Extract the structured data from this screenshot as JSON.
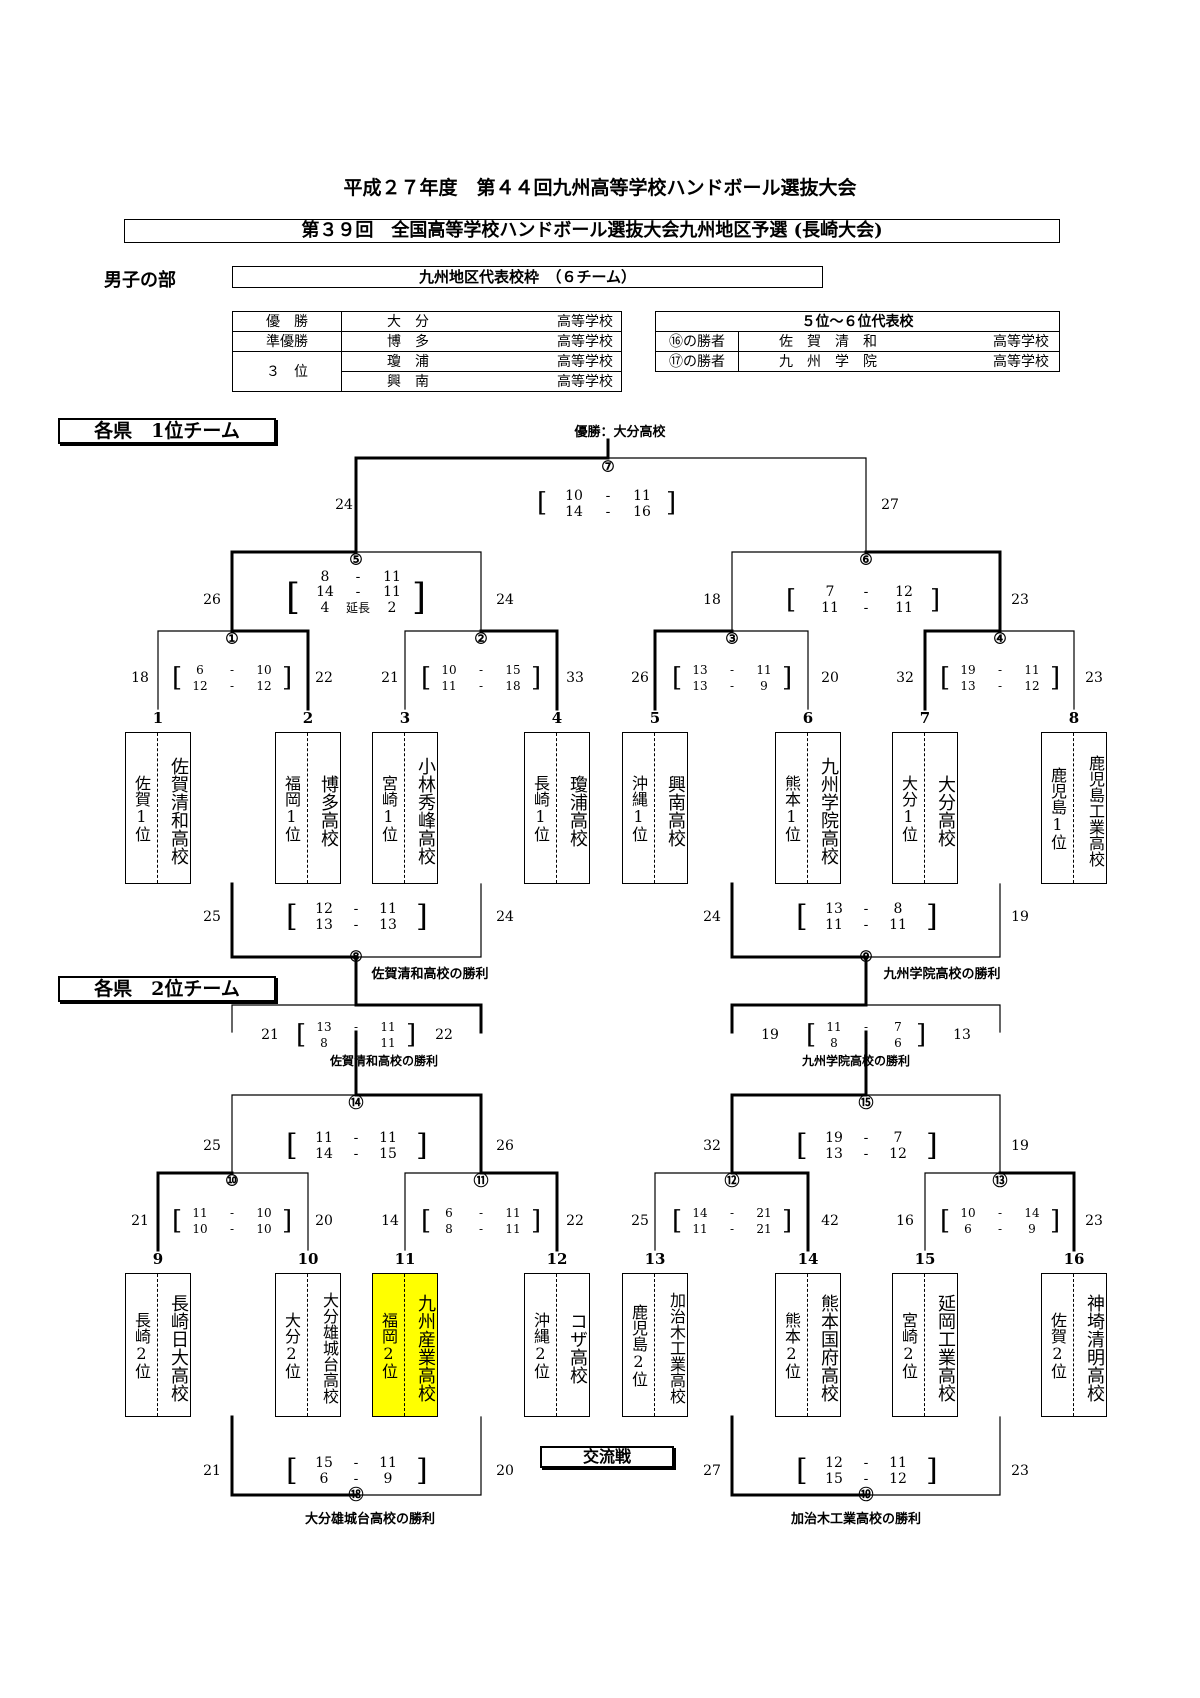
{
  "header": {
    "title": "平成２７年度　第４４回九州高等学校ハンドボール選抜大会",
    "subtitle": "第３９回　全国高等学校ハンドボール選抜大会九州地区予選 (長崎大会)",
    "division": "男子の部",
    "quota": "九州地区代表校枠　（６チーム）"
  },
  "results_left": [
    {
      "rank": "優　勝",
      "name": "大　分",
      "suffix": "高等学校"
    },
    {
      "rank": "準優勝",
      "name": "博　多",
      "suffix": "高等学校"
    },
    {
      "rank": "３　位",
      "name": "瓊　浦",
      "suffix": "高等学校"
    },
    {
      "rank": "",
      "name": "興　南",
      "suffix": "高等学校"
    }
  ],
  "results_right": {
    "header": "５位～６位代表校",
    "rows": [
      {
        "label": "⑯の勝者",
        "name": "佐　賀　清　和",
        "suffix": "高等学校"
      },
      {
        "label": "⑰の勝者",
        "name": "九　州　学　院",
        "suffix": "高等学校"
      }
    ]
  },
  "sections": {
    "first": "各県　1位チーム",
    "second": "各県　2位チーム",
    "exchange": "交流戦"
  },
  "champion": "優勝：大分高校",
  "circles": [
    "⑦",
    "⑤",
    "⑥",
    "①",
    "②",
    "③",
    "④",
    "⑧",
    "⑨",
    "⑭",
    "⑮",
    "⑩",
    "⑪",
    "⑫",
    "⑬",
    "⑱",
    "⑲"
  ],
  "overtime": "延長",
  "scores": {
    "m7": {
      "a": [
        "10",
        "14"
      ],
      "b": [
        "11",
        "16"
      ],
      "ta": "24",
      "tb": "27"
    },
    "m5": {
      "a": [
        "8",
        "14",
        "4"
      ],
      "b": [
        "11",
        "11",
        "2"
      ],
      "ta": "26",
      "tb": "24"
    },
    "m6": {
      "a": [
        "7",
        "11"
      ],
      "b": [
        "12",
        "11"
      ],
      "ta": "18",
      "tb": "23"
    },
    "m1": {
      "a": [
        "6",
        "12"
      ],
      "b": [
        "10",
        "12"
      ],
      "ta": "18",
      "tb": "22"
    },
    "m2": {
      "a": [
        "10",
        "11"
      ],
      "b": [
        "15",
        "18"
      ],
      "ta": "21",
      "tb": "33"
    },
    "m3": {
      "a": [
        "13",
        "13"
      ],
      "b": [
        "11",
        "9"
      ],
      "ta": "26",
      "tb": "20"
    },
    "m4": {
      "a": [
        "19",
        "13"
      ],
      "b": [
        "11",
        "12"
      ],
      "ta": "32",
      "tb": "23"
    },
    "m8": {
      "a": [
        "12",
        "13"
      ],
      "b": [
        "11",
        "13"
      ],
      "ta": "25",
      "tb": "24"
    },
    "m9": {
      "a": [
        "13",
        "11"
      ],
      "b": [
        "8",
        "11"
      ],
      "ta": "24",
      "tb": "19"
    },
    "m16": {
      "a": [
        "13",
        "8"
      ],
      "b": [
        "11",
        "11"
      ],
      "ta": "21",
      "tb": "22"
    },
    "m17": {
      "a": [
        "11",
        "8"
      ],
      "b": [
        "7",
        "6"
      ],
      "ta": "19",
      "tb": "13"
    },
    "m14": {
      "a": [
        "11",
        "14"
      ],
      "b": [
        "11",
        "15"
      ],
      "ta": "25",
      "tb": "26"
    },
    "m15": {
      "a": [
        "19",
        "13"
      ],
      "b": [
        "7",
        "12"
      ],
      "ta": "32",
      "tb": "19"
    },
    "m10": {
      "a": [
        "11",
        "10"
      ],
      "b": [
        "10",
        "10"
      ],
      "ta": "21",
      "tb": "20"
    },
    "m11": {
      "a": [
        "6",
        "8"
      ],
      "b": [
        "11",
        "11"
      ],
      "ta": "14",
      "tb": "22"
    },
    "m12": {
      "a": [
        "14",
        "11"
      ],
      "b": [
        "21",
        "21"
      ],
      "ta": "25",
      "tb": "42"
    },
    "m13": {
      "a": [
        "10",
        "6"
      ],
      "b": [
        "14",
        "9"
      ],
      "ta": "16",
      "tb": "23"
    },
    "m18": {
      "a": [
        "15",
        "6"
      ],
      "b": [
        "11",
        "9"
      ],
      "ta": "21",
      "tb": "20"
    },
    "m19": {
      "a": [
        "12",
        "15"
      ],
      "b": [
        "11",
        "12"
      ],
      "ta": "27",
      "tb": "23"
    }
  },
  "winners": {
    "m8": "佐賀清和高校の勝利",
    "m9": "九州学院高校の勝利",
    "m16": "佐賀清和高校の勝利",
    "m17": "九州学院高校の勝利",
    "m18": "大分雄城台高校の勝利",
    "m19": "加治木工業高校の勝利"
  },
  "teams1": [
    {
      "no": "1",
      "name": "佐賀清和高校",
      "pref": "佐賀1位"
    },
    {
      "no": "2",
      "name": "博多高校",
      "pref": "福岡1位"
    },
    {
      "no": "3",
      "name": "小林秀峰高校",
      "pref": "宮崎1位"
    },
    {
      "no": "4",
      "name": "瓊浦高校",
      "pref": "長崎1位"
    },
    {
      "no": "5",
      "name": "興南高校",
      "pref": "沖縄1位"
    },
    {
      "no": "6",
      "name": "九州学院高校",
      "pref": "熊本1位"
    },
    {
      "no": "7",
      "name": "大分高校",
      "pref": "大分1位"
    },
    {
      "no": "8",
      "name": "鹿児島工業高校",
      "pref": "鹿児島1位"
    }
  ],
  "teams2": [
    {
      "no": "9",
      "name": "長崎日大高校",
      "pref": "長崎2位"
    },
    {
      "no": "10",
      "name": "大分雄城台高校",
      "pref": "大分2位"
    },
    {
      "no": "11",
      "name": "九州産業高校",
      "pref": "福岡2位"
    },
    {
      "no": "12",
      "name": "コザ高校",
      "pref": "沖縄2位"
    },
    {
      "no": "13",
      "name": "加治木工業高校",
      "pref": "鹿児島2位"
    },
    {
      "no": "14",
      "name": "熊本国府高校",
      "pref": "熊本2位"
    },
    {
      "no": "15",
      "name": "延岡工業高校",
      "pref": "宮崎2位"
    },
    {
      "no": "16",
      "name": "神埼清明高校",
      "pref": "佐賀2位"
    }
  ],
  "colors": {
    "highlight": "#ffff00"
  }
}
